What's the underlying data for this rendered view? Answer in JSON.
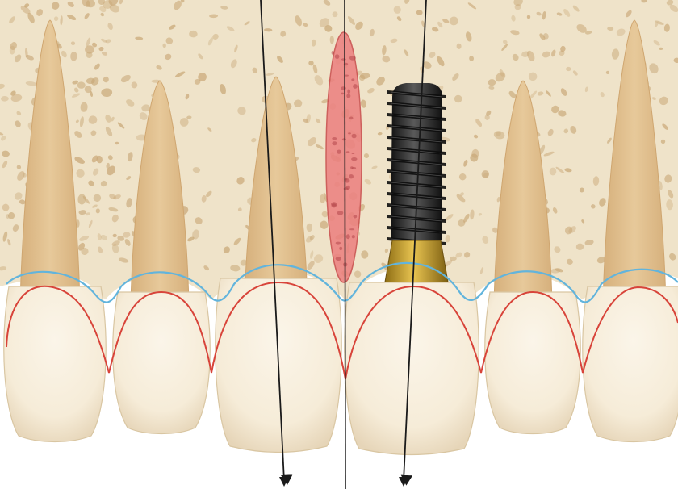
{
  "colors": {
    "background": "#ffffff",
    "bone": "#efe3c9",
    "bone_pores": "#c9a878",
    "root": "#e7c99a",
    "root_shade": "#d6b07c",
    "crown": "#f6ecd8",
    "crown_shade": "#e6d5b8",
    "gingival_margin_line": "#d8443a",
    "bone_crest_line": "#62b4dc",
    "graft_zone_fill": "#ec7f7f",
    "graft_zone_stroke": "#c84a4a",
    "implant_body": "#2a2a2a",
    "implant_collar": "#c7a12c",
    "axis_lines": "#1a1a1a"
  },
  "elements": {
    "teeth": [
      "natural-tooth",
      "natural-tooth",
      "natural-tooth",
      "implant-crown",
      "natural-tooth",
      "natural-tooth"
    ],
    "implant": "threaded-implant-with-gold-collar",
    "graft_zone": "bone-graft-ellipse",
    "axes": [
      "axis-line-left",
      "axis-line-center",
      "axis-line-right"
    ]
  }
}
